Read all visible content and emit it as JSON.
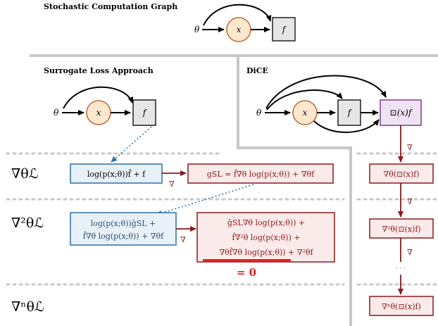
{
  "sections": {
    "top_title": "Stochastic Computation Graph",
    "surrogate_title": "Surrogate Loss Approach",
    "dice_title": "DiCE"
  },
  "nodes": {
    "theta": "θ",
    "x": "x",
    "f": "f",
    "dice_f": "⊡(x)f"
  },
  "rows": {
    "row1": "∇θℒ",
    "row2": "∇²θℒ",
    "rown": "∇ⁿθℒ"
  },
  "surrogate": {
    "box1": "log(p(x;θ))f̂ + f",
    "box2_line1": "log(p(x;θ))ĝSL +",
    "box2_line2": "f̂∇θ log(p(x;θ)) + ∇θf",
    "nabla_label": "∇"
  },
  "gradients": {
    "g1": "gSL = f̂∇θ log(p(x;θ)) + ∇θf",
    "g2_line1": "ĝSL∇θ log(p(x;θ)) +",
    "g2_line2": "f̂∇²θ log(p(x;θ)) +",
    "g2_line3": "∇θf̂∇θ log(p(x;θ)) + ∇²θf",
    "zero_label": "= 0"
  },
  "dice": {
    "d1": "∇θ(⊡(x)f)",
    "d2": "∇²θ(⊡(x)f)",
    "dn": "∇ⁿθ(⊡(x)f)",
    "nabla_label": "∇",
    "ellipsis": "· · ·"
  },
  "colors": {
    "blue_fill": "#e8f0f8",
    "blue_stroke": "#2e6fa7",
    "red_fill": "#fbeaea",
    "red_stroke": "#8b1a1a",
    "orange_fill": "#fde8cf",
    "orange_stroke": "#c2662a",
    "gray_fill": "#e6e6e6",
    "purple_fill": "#efe3f3",
    "purple_stroke": "#7b3f8c",
    "divider": "#c8c8c8",
    "highlight": "#e02020"
  }
}
